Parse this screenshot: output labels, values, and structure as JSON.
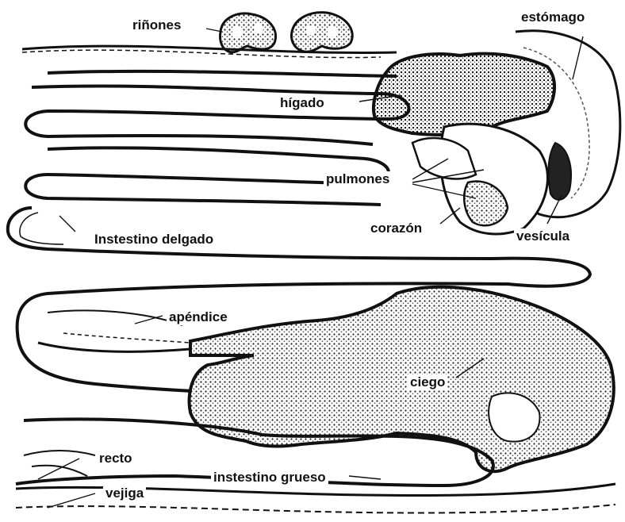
{
  "labels": {
    "rinones": "riñones",
    "estomago": "estómago",
    "higado": "hígado",
    "pulmones": "pulmones",
    "corazon": "corazón",
    "vesicula": "vesícula",
    "intestino_delgado": "Instestino delgado",
    "apendice": "apéndice",
    "ciego": "ciego",
    "recto": "recto",
    "vejiga": "vejiga",
    "intestino_grueso": "instestino grueso"
  },
  "colors": {
    "ink": "#111111",
    "paper": "#ffffff",
    "stipple": "#555555"
  }
}
